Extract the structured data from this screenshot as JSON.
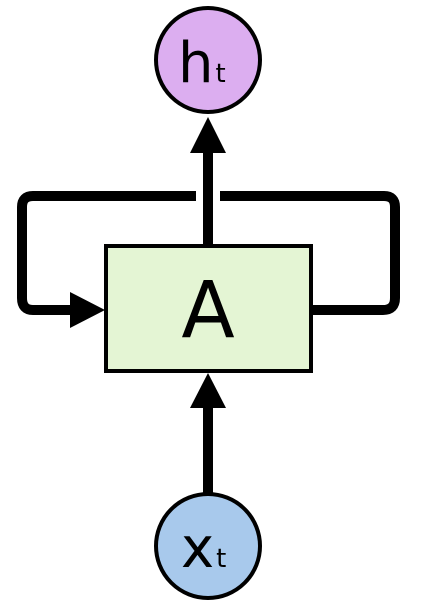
{
  "diagram": {
    "output_node": {
      "main": "h",
      "subscript": "t",
      "fill": "#dcaef0"
    },
    "input_node": {
      "main": "x",
      "subscript": "t",
      "fill": "#a8c9ec"
    },
    "cell": {
      "label": "A",
      "fill": "#e4f5d4"
    },
    "stroke_color": "#000000"
  }
}
